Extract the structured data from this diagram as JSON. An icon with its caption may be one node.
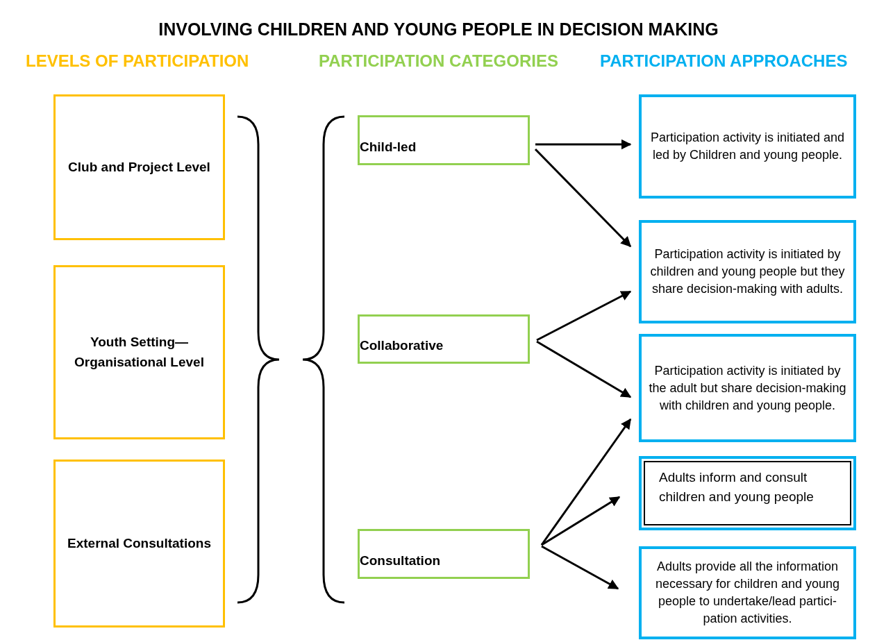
{
  "diagram": {
    "title": "INVOLVING CHILDREN AND YOUNG PEOPLE IN DECISION MAKING",
    "nodes": [
      {
        "text": [
          "Club and Project Level"
        ]
      },
      {
        "text": [
          "Youth Setting— Organisational Level"
        ]
      },
      {
        "text": [
          "External Consultations"
        ]
      },
      {
        "text": [
          "Child-led"
        ]
      },
      {
        "text": [
          "Collaborative"
        ]
      },
      {
        "text": [
          "Consultation"
        ]
      },
      {
        "text": [
          "Participation activity is initiated and led by Children and young people."
        ]
      },
      {
        "text": [
          "Participation activity is initiated by children and young people but they share decision-making with adults."
        ]
      },
      {
        "text": [
          "Participation activity is initiated by the adult but share decision-making with children and young people."
        ]
      },
      {
        "text": [
          "Adults inform and consult children and young people"
        ]
      },
      {
        "text": [
          "Adults provide all the information necessary for children and young people to undertake/lead partici-pation activities."
        ]
      }
    ],
    "edges": [
      {
        "from": 3,
        "to": 6,
        "arrow": "to"
      },
      {
        "from": 3,
        "to": 7,
        "arrow": "to"
      },
      {
        "from": 4,
        "to": 7,
        "arrow": "to"
      },
      {
        "from": 4,
        "to": 8,
        "arrow": "to"
      },
      {
        "from": 5,
        "to": 8,
        "arrow": "to"
      },
      {
        "from": 5,
        "to": 9,
        "arrow": "to"
      },
      {
        "from": 5,
        "to": 10,
        "arrow": "to"
      }
    ],
    "labels": [
      "LEVELS OF PARTICIPATION",
      "PARTICIPATION CATEGORIES",
      "PARTICIPATION APPROACHES"
    ]
  }
}
